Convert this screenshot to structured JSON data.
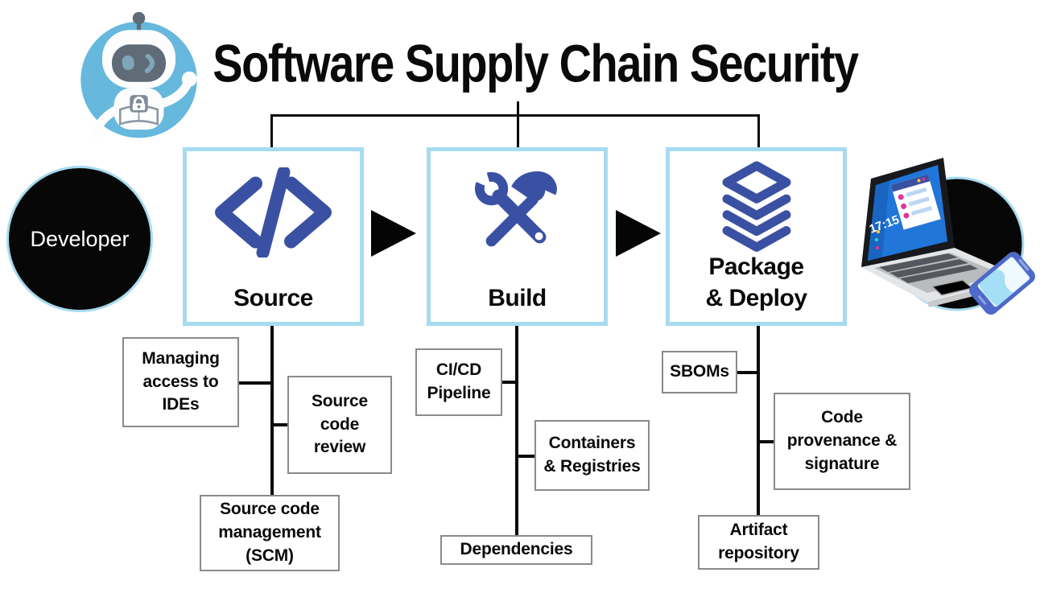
{
  "title": "Software Supply Chain Security",
  "developer_label": "Developer",
  "stages": [
    {
      "label": "Source",
      "icon": "code-icon",
      "children": [
        "Managing\naccess to\nIDEs",
        "Source\ncode\nreview",
        "Source code\nmanagement\n(SCM)"
      ]
    },
    {
      "label": "Build",
      "icon": "tools-icon",
      "children": [
        "CI/CD\nPipeline",
        "Containers\n& Registries",
        "Dependencies"
      ]
    },
    {
      "label": "Package\n& Deploy",
      "icon": "layers-icon",
      "children": [
        "SBOMs",
        "Code\nprovenance &\nsignature",
        "Artifact\nrepository"
      ]
    }
  ],
  "mascot": {
    "name": "robot-mascot-with-lock-book"
  },
  "devices": {
    "name": "laptop-and-phone",
    "laptop_time": "17:15"
  },
  "colors": {
    "accent_blue": "#3a51a3",
    "light_blue_border": "#a6dbf0",
    "mascot_blue": "#66b8dd",
    "ink": "#0a0a0a",
    "sub_box_border": "#8a8a8a"
  }
}
